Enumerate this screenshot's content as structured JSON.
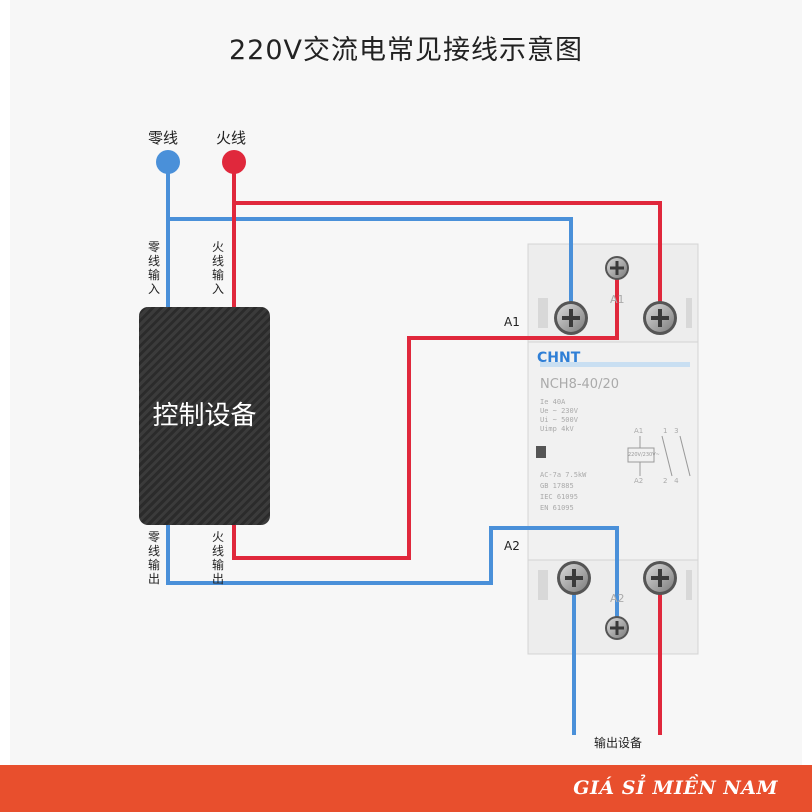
{
  "title": "220V交流电常见接线示意图",
  "inputs": {
    "neutral_label": "零线",
    "live_label": "火线",
    "neutral_color": "#4a90d9",
    "live_color": "#e0283c"
  },
  "control_device": {
    "label": "控制设备",
    "neutral_in": "零线输入",
    "live_in": "火线输入",
    "neutral_out": "零线输出",
    "live_out": "火线输出"
  },
  "contactor": {
    "brand": "CHNT",
    "model": "NCH8-40/20",
    "specs": [
      "Ie    40A",
      "Ue  ~  230V",
      "Ui  ~  500V",
      "Uimp    4kV"
    ],
    "ratings": [
      "AC-7a    7.5kW",
      "GB 17885",
      "IEC 61095",
      "EN 61095"
    ],
    "terminal_a1": "A1",
    "terminal_a2": "A2",
    "diagram_a1": "A1",
    "diagram_a2": "A2",
    "diagram_top": "1   3",
    "diagram_bottom": "2   4",
    "coil_text": "220V/230V~"
  },
  "labels": {
    "a1": "A1",
    "a2": "A2",
    "output_device": "输出设备"
  },
  "footer": {
    "text": "GIÁ SỈ MIỀN NAM",
    "color": "#e84f2d"
  }
}
